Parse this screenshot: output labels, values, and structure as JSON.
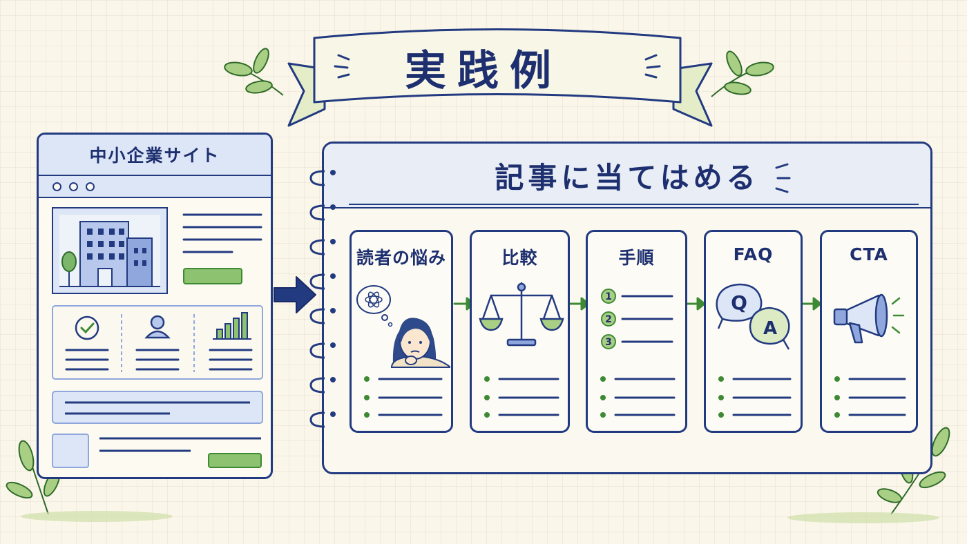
{
  "title": "実践例",
  "site": {
    "title": "中小企業サイト"
  },
  "article": {
    "title": "記事に当てはめる",
    "steps": [
      {
        "label": "読者の悩み",
        "icon": "worried-reader-icon"
      },
      {
        "label": "比較",
        "icon": "balance-scale-icon"
      },
      {
        "label": "手順",
        "icon": "numbered-steps-icon",
        "numbers": [
          "1",
          "2",
          "3"
        ]
      },
      {
        "label": "FAQ",
        "icon": "qa-bubbles-icon",
        "q": "Q",
        "a": "A"
      },
      {
        "label": "CTA",
        "icon": "megaphone-icon"
      }
    ]
  },
  "colors": {
    "navy": "#1d2f6f",
    "green": "#3e8a34",
    "light_blue": "#dde6f6",
    "background": "#fbf6ea"
  }
}
